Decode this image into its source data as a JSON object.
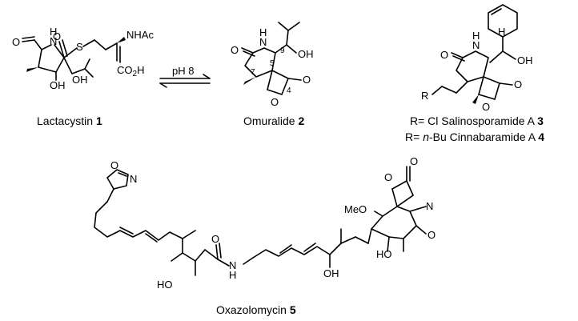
{
  "atom_labels": {
    "nh_1": "N",
    "nh_1h": "H",
    "s": "S",
    "nhac": "NHAc",
    "co2h": "CO",
    "co2h_sub": "2",
    "co2h_h": "H",
    "oh_1a": "OH",
    "oh_1b": "OH",
    "o_1": "O",
    "o_1b": "O",
    "ph": "pH 8",
    "n_2": "N",
    "n_2h": "H",
    "o_2a": "O",
    "o_2b": "O",
    "o_2c": "O",
    "oh_2": "OH",
    "pos7": "7",
    "pos5": "5",
    "pos9": "9",
    "pos4": "4",
    "n_3": "N",
    "n_3h": "H",
    "o_3a": "O",
    "o_3b": "O",
    "o_3c": "O",
    "oh_3": "OH",
    "h_3": "H",
    "r_3": "R",
    "oxazole_o": "O",
    "oxazole_n": "N",
    "meo": "MeO",
    "n_5": "N",
    "o_5a": "O",
    "o_5b": "O",
    "o_5c": "O",
    "o_5d": "O",
    "ho_5a": "HO",
    "ho_5b": "HO",
    "oh_5": "OH",
    "nh_5": "N",
    "nh_5h": "H"
  },
  "captions": {
    "lactacystin": "Lactacystin ",
    "lactacystin_num": "1",
    "omuralide": "Omuralide ",
    "omuralide_num": "2",
    "r_line1_pre": "R= Cl Salinosporamide A ",
    "r_line1_num": "3",
    "r_line2_pre": "R= ",
    "r_line2_ital": "n",
    "r_line2_post": "-Bu Cinnabaramide A ",
    "r_line2_num": "4",
    "oxazolomycin": "Oxazolomycin ",
    "oxazolomycin_num": "5"
  }
}
